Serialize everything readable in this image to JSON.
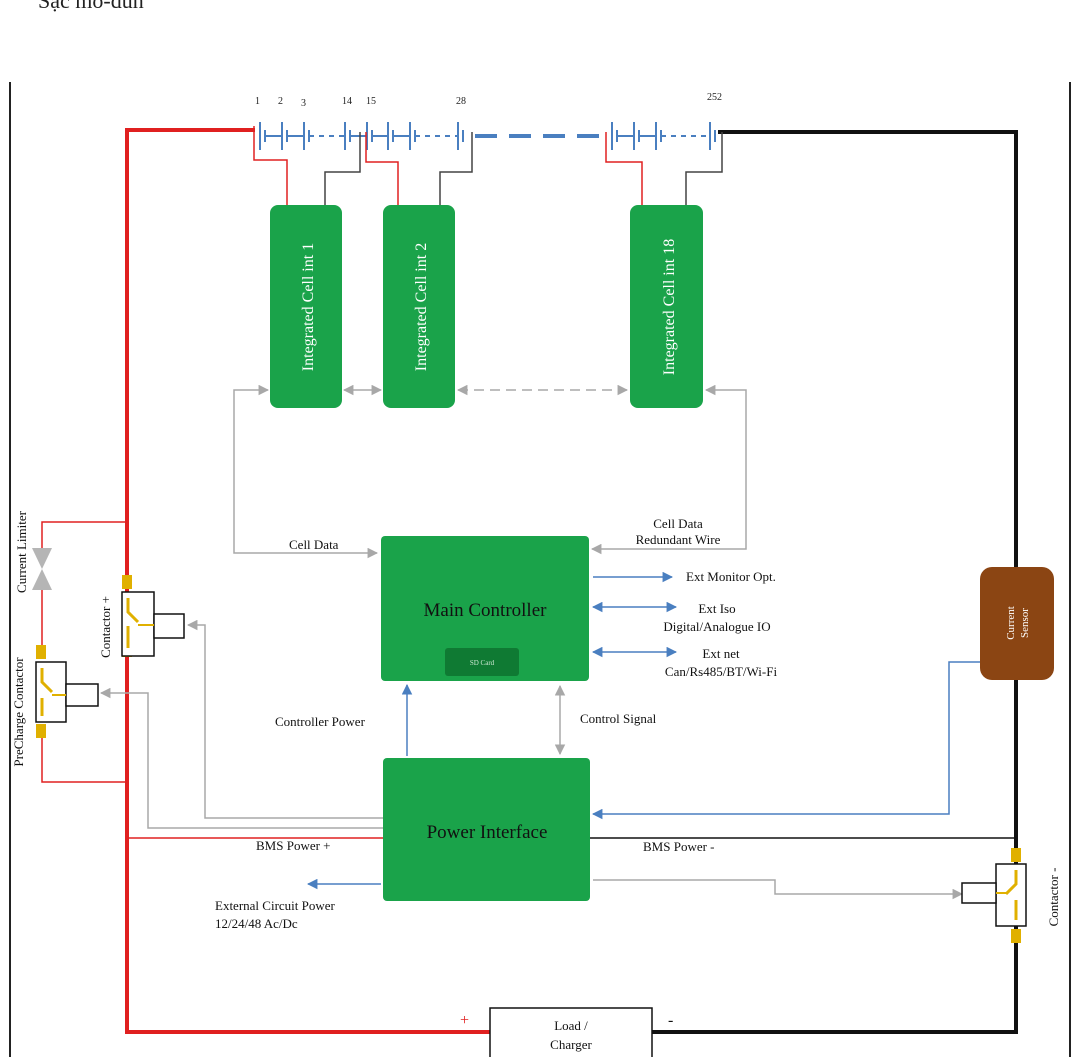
{
  "page": {
    "heading": "Sạc mô-đun"
  },
  "cells": {
    "n1": "1",
    "n2": "2",
    "n3": "3",
    "n14": "14",
    "n15": "15",
    "n28": "28",
    "n252": "252"
  },
  "modules": {
    "m1": "Integrated Cell int 1",
    "m2": "Integrated Cell int 2",
    "m18": "Integrated Cell int 18"
  },
  "blocks": {
    "main_controller": "Main Controller",
    "sd_card": "SD Card",
    "power_interface": "Power Interface",
    "current_sensor_l1": "Current",
    "current_sensor_l2": "Sensor",
    "load_l1": "Load /",
    "load_l2": "Charger"
  },
  "labels": {
    "cell_data": "Cell Data",
    "cell_data_r1": "Cell Data",
    "cell_data_r2": "Redundant Wire",
    "ext_monitor": "Ext Monitor Opt.",
    "ext_iso_1": "Ext Iso",
    "ext_iso_2": "Digital/Analogue IO",
    "ext_net_1": "Ext net",
    "ext_net_2": "Can/Rs485/BT/Wi-Fi",
    "controller_power": "Controller Power",
    "control_signal": "Control Signal",
    "bms_power_plus": "BMS Power +",
    "bms_power_minus": "BMS Power -",
    "ext_circuit_1": "External Circuit Power",
    "ext_circuit_2": "12/24/48 Ac/Dc",
    "current_limiter": "Current Limiter",
    "contactor_plus": "Contactor +",
    "precharge": "PreCharge Contactor",
    "contactor_minus": "Contactor -",
    "plus_sign": "+",
    "minus_sign": "-"
  },
  "colors": {
    "green": "#1aa34a",
    "dark_green": "#0f7a33",
    "brown": "#8b4513",
    "red": "#e02020",
    "blue": "#4a7fc0",
    "gray": "#a8a8a8",
    "gold": "#e0b000"
  }
}
